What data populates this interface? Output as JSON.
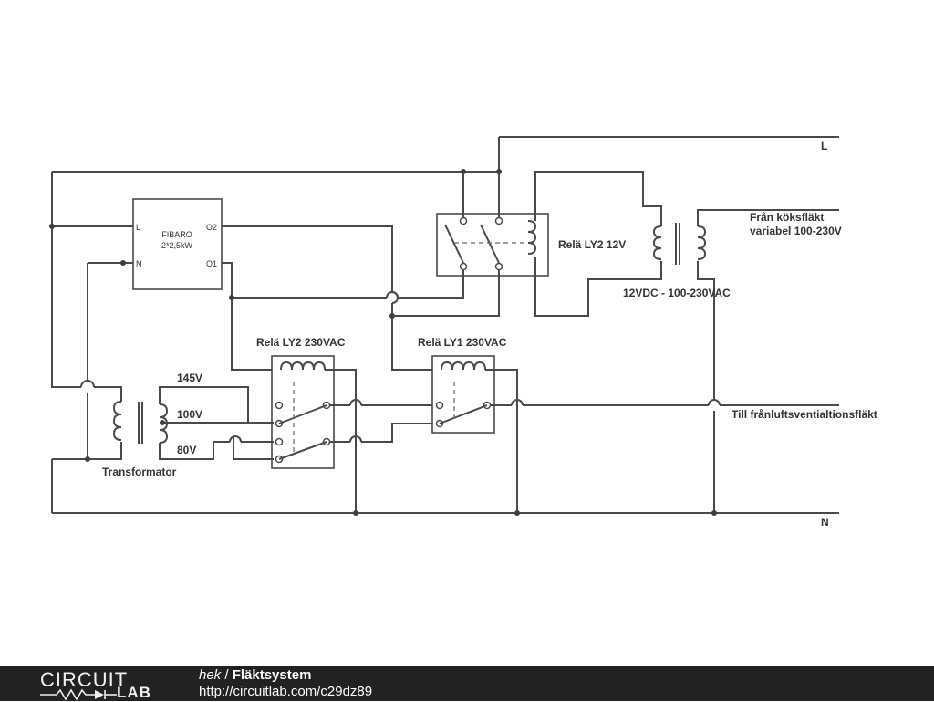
{
  "diagram": {
    "rail_labels": {
      "live": "L",
      "neutral": "N"
    },
    "fibaro": {
      "name": "FIBARO",
      "rating": "2*2,5kW",
      "pin_l": "L",
      "pin_n": "N",
      "pin_o1": "O1",
      "pin_o2": "O2"
    },
    "relay_12v_label": "Relä LY2 12V",
    "relay_ly2_230_label": "Relä LY2 230VAC",
    "relay_ly1_230_label": "Relä LY1 230VAC",
    "psu_label": "12VDC - 100-230VAC",
    "input_label_line1": "Från köksfläkt",
    "input_label_line2": "variabel 100-230V",
    "output_label": "Till frånluftsventialtionsfläkt",
    "transformer_label": "Transformator",
    "taps": [
      "145V",
      "100V",
      "80V"
    ]
  },
  "footer": {
    "brand_top": "CIRCUIT",
    "brand_bottom": "LAB",
    "author": "hek",
    "separator": " / ",
    "project": "Fläktsystem",
    "url": "http://circuitlab.com/c29dz89"
  }
}
